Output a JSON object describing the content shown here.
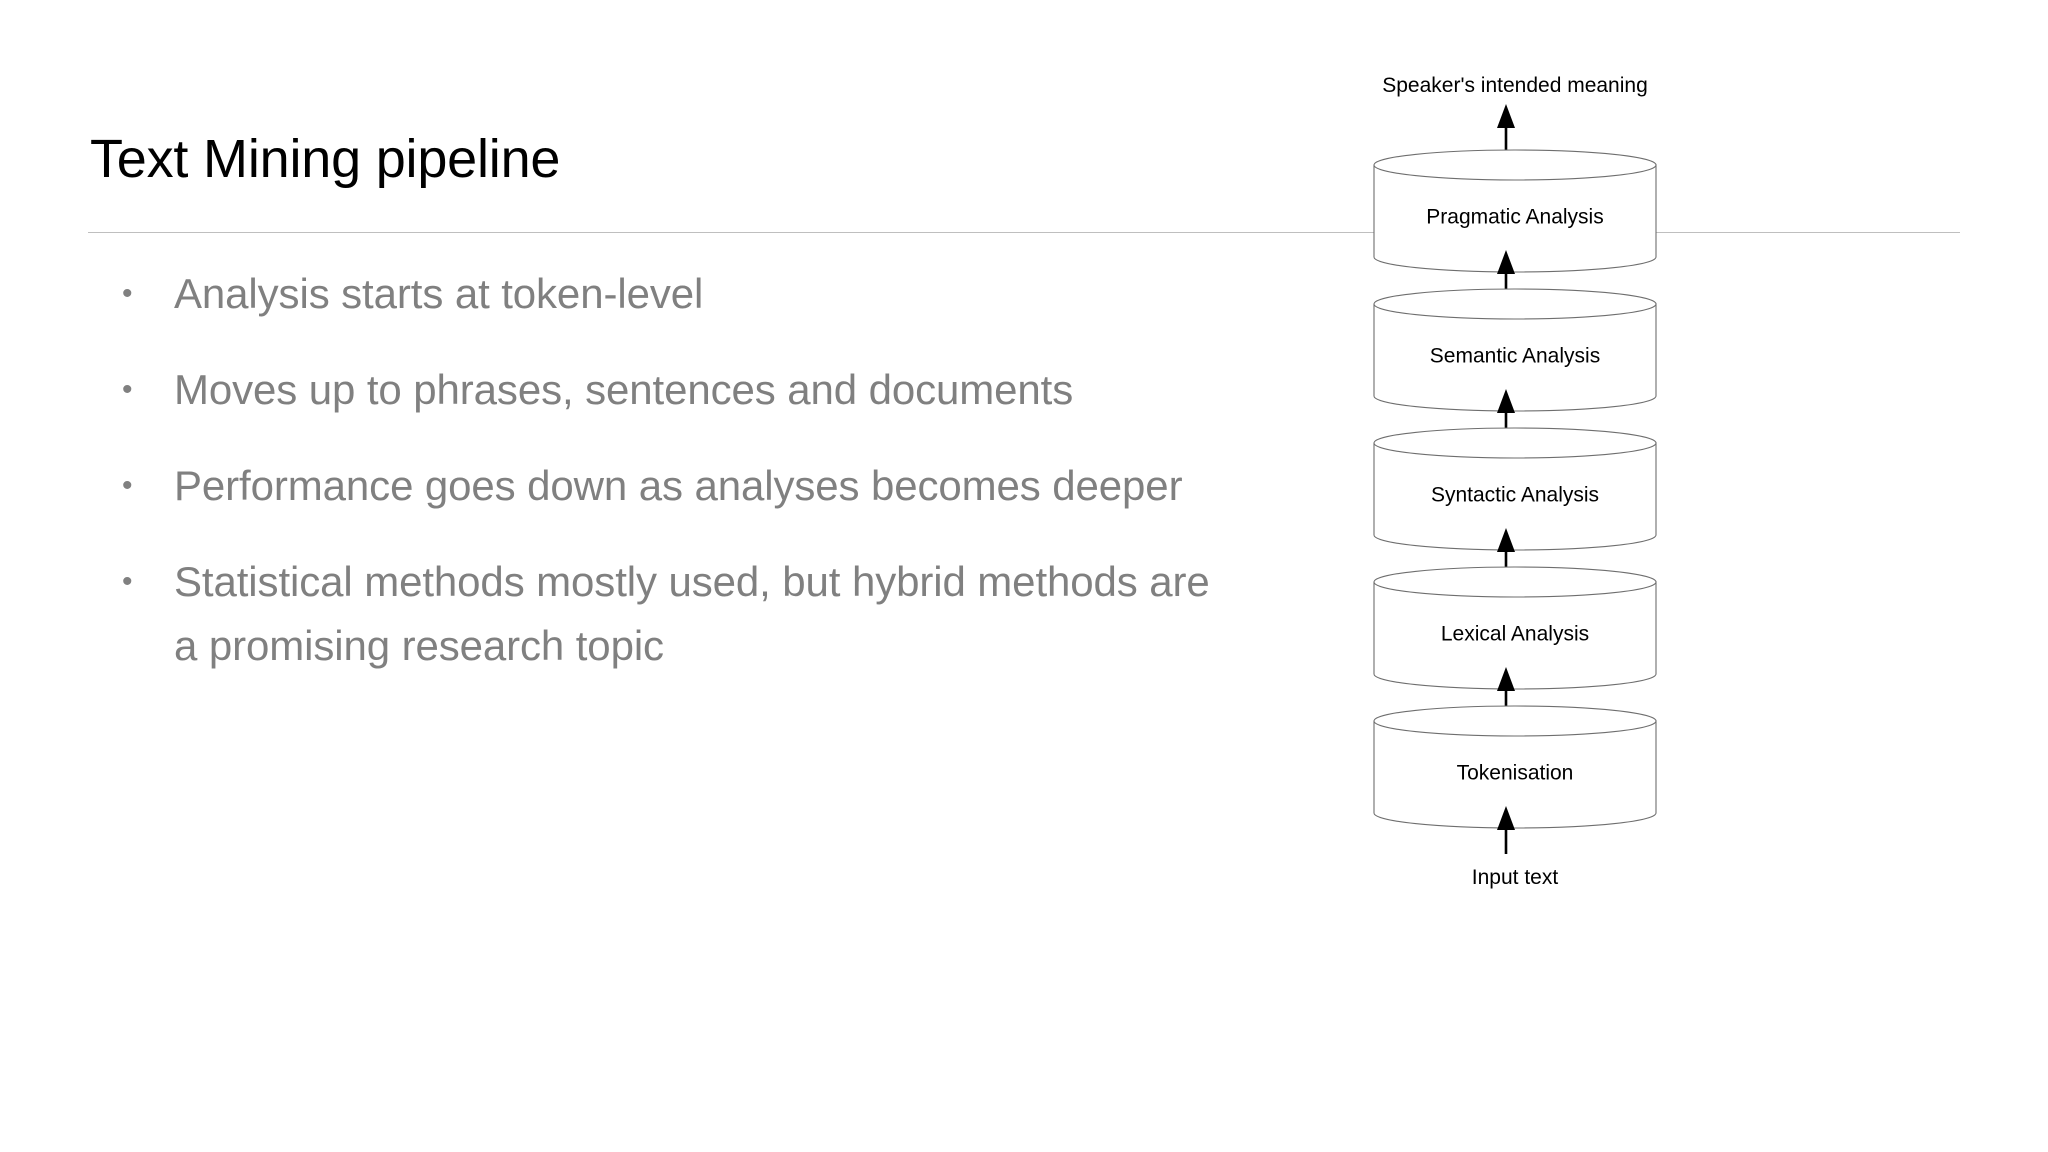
{
  "slide": {
    "title": "Text Mining pipeline",
    "background_color": "#ffffff",
    "rule_color": "#bfbfbf",
    "body_text_color": "#808080",
    "title_text_color": "#000000"
  },
  "bullets": [
    {
      "marker": "•",
      "text": "Analysis starts at token-level"
    },
    {
      "marker": "•",
      "text": "Moves up to phrases, sentences and documents"
    },
    {
      "marker": "•",
      "text": "Performance goes down as analyses becomes deeper"
    },
    {
      "marker": "•",
      "text": "Statistical methods mostly used, but hybrid methods are a promising research topic"
    }
  ],
  "pipeline": {
    "top_label": "Speaker's intended meaning",
    "bottom_label": "Input text",
    "stroke_color": "#6e6e6e",
    "arrow_color": "#000000",
    "stages": [
      {
        "name": "Pragmatic Analysis"
      },
      {
        "name": "Semantic Analysis"
      },
      {
        "name": "Syntactic Analysis"
      },
      {
        "name": "Lexical Analysis"
      },
      {
        "name": "Tokenisation"
      }
    ]
  }
}
